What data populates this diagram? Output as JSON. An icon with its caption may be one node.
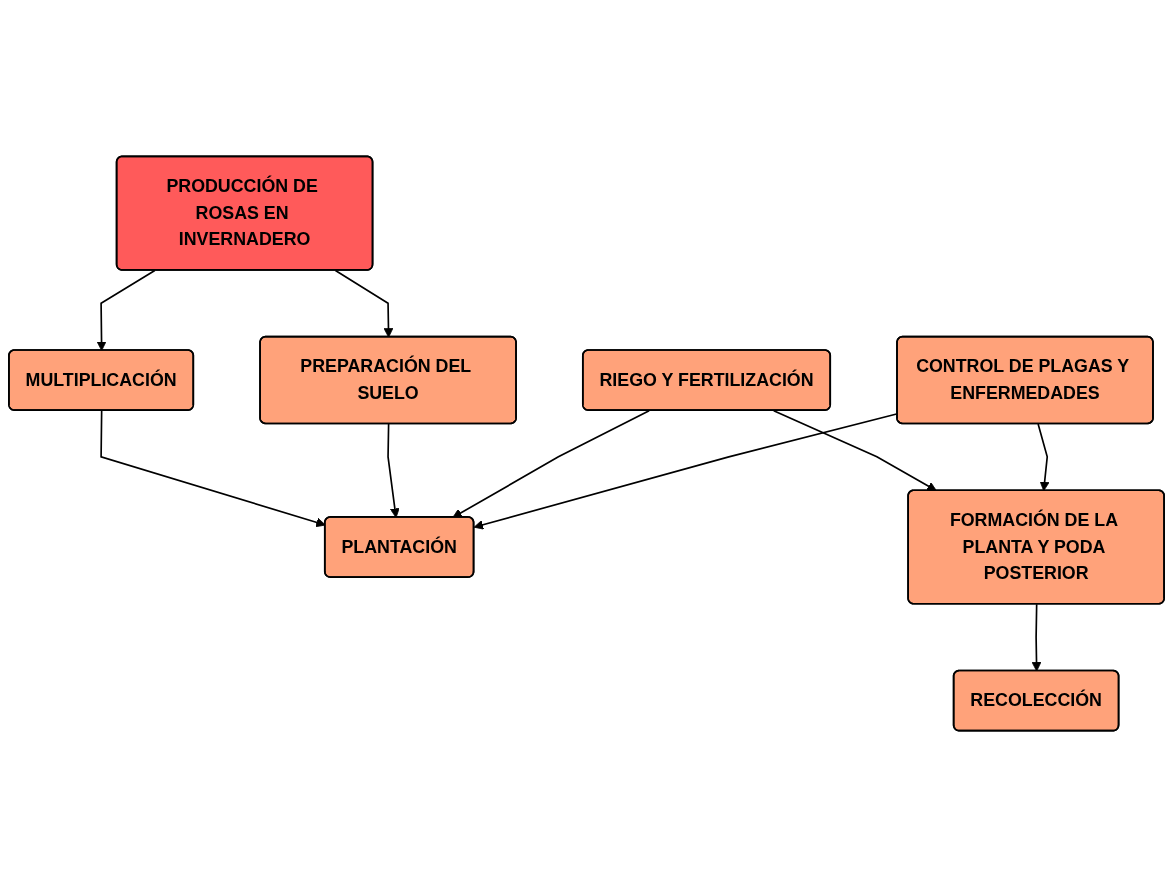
{
  "diagram": {
    "nodes": [
      {
        "text": [
          "PRODUCCIÓN DE ROSAS EN INVERNADERO"
        ]
      },
      {
        "text": [
          "MULTIPLICACIÓN"
        ]
      },
      {
        "text": [
          "PREPARACIÓN DEL SUELO"
        ]
      },
      {
        "text": [
          "RIEGO Y FERTILIZACIÓN"
        ]
      },
      {
        "text": [
          "PLANTACIÓN"
        ]
      },
      {
        "text": [
          "CONTROL DE PLAGAS Y ENFERMEDADES"
        ]
      },
      {
        "text": [
          "FORMACIÓN DE LA PLANTA Y PODA POSTERIOR"
        ]
      },
      {
        "text": [
          "RECOLECCIÓN"
        ]
      }
    ],
    "edges": [
      {
        "from": 0,
        "to": 1,
        "arrow": "to"
      },
      {
        "from": 0,
        "to": 2,
        "arrow": "to"
      },
      {
        "from": 1,
        "to": 4,
        "arrow": "to"
      },
      {
        "from": 2,
        "to": 4,
        "arrow": "to"
      },
      {
        "from": 3,
        "to": 4,
        "arrow": "to"
      },
      {
        "from": 3,
        "to": 6,
        "arrow": "to"
      },
      {
        "from": 5,
        "to": 4,
        "arrow": "to"
      },
      {
        "from": 5,
        "to": 6,
        "arrow": "to"
      },
      {
        "from": 6,
        "to": 7,
        "arrow": "to"
      }
    ]
  }
}
